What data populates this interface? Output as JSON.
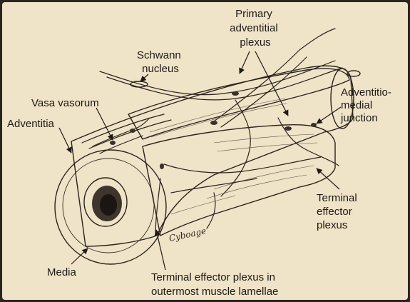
{
  "colors": {
    "paper": "#efe3c8",
    "ink": "#2b241d",
    "border": "#2a2520"
  },
  "labels": {
    "primary": [
      "Primary",
      "adventitial",
      "plexus"
    ],
    "schwann": [
      "Schwann",
      "nucleus"
    ],
    "adventitio_medial": [
      "Adventitio-",
      "medial",
      "junction"
    ],
    "vasa_vasorum": "Vasa vasorum",
    "adventitia": "Adventitia",
    "terminal_effector": [
      "Terminal",
      "effector",
      "plexus"
    ],
    "media": "Media",
    "outermost": [
      "Terminal effector plexus in",
      "outermost muscle lamellae"
    ]
  },
  "signature": "Cyboage"
}
